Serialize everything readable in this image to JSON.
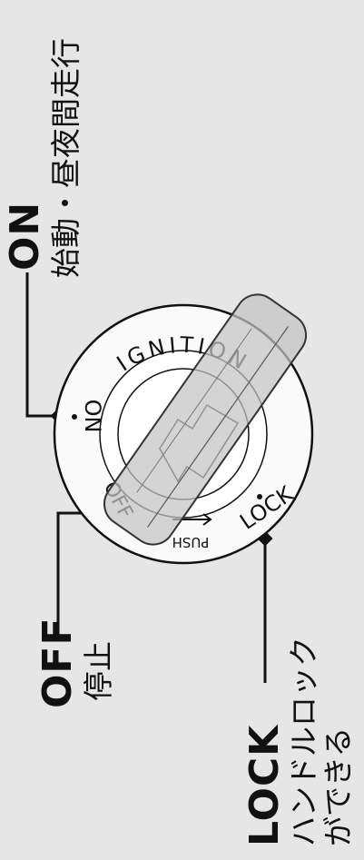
{
  "dial": {
    "ring_text": "IGNITION",
    "on_mark": "ON",
    "off_mark": "OFF",
    "lock_mark": "LOCK",
    "push_text": "PUSH"
  },
  "callouts": {
    "on": {
      "label": "ON",
      "desc": "始動・昼夜間走行"
    },
    "off": {
      "label": "OFF",
      "desc": "停止"
    },
    "lock": {
      "label": "LOCK",
      "desc_line1": "ハンドルロック",
      "desc_line2": "ができる"
    }
  },
  "colors": {
    "background": "#e6e6e6",
    "ink": "#111111",
    "key": "#c4c4c4"
  }
}
